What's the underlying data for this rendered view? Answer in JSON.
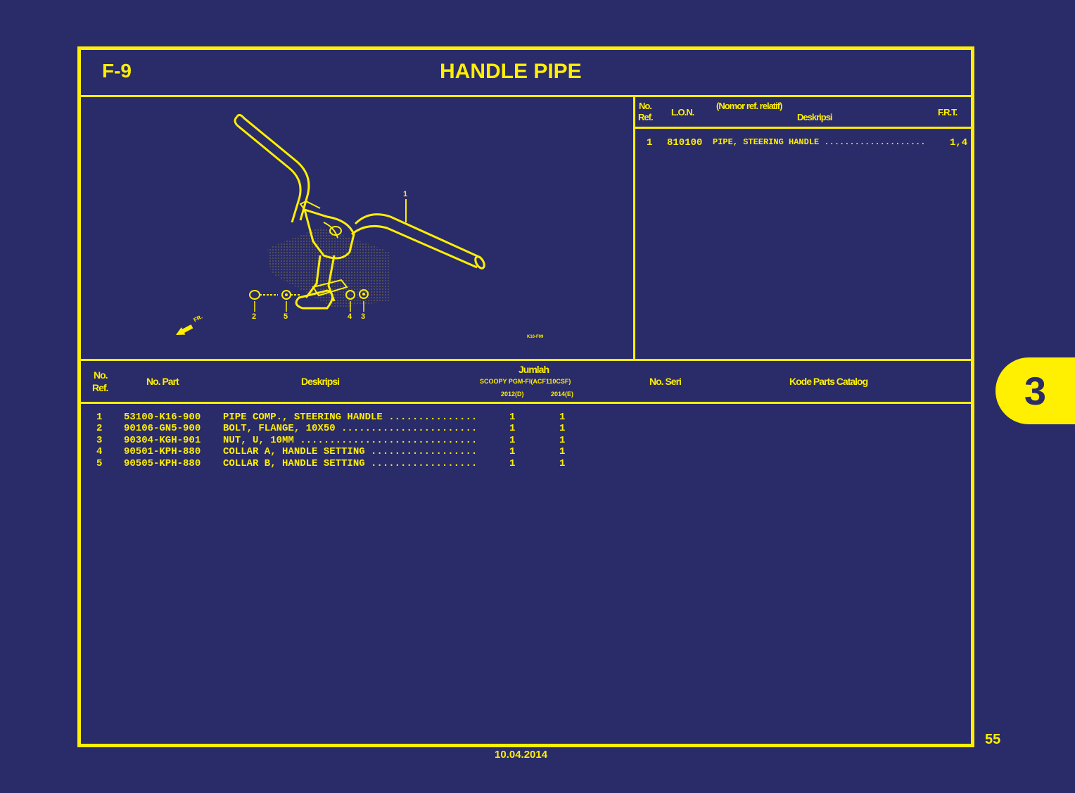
{
  "header": {
    "code": "F-9",
    "title": "HANDLE PIPE"
  },
  "frt_table": {
    "col_no_ref": [
      "No.",
      "Ref."
    ],
    "col_lon": "L.O.N.",
    "col_nomor": "(Nomor ref. relatif)",
    "col_deskripsi": "Deskripsi",
    "col_frt": "F.R.T.",
    "rows": [
      {
        "ref": "1",
        "lon": "810100",
        "desc": "PIPE, STEERING HANDLE ....................",
        "frt": "1,4"
      }
    ]
  },
  "diagram": {
    "callouts": [
      "1",
      "2",
      "5",
      "4",
      "3"
    ],
    "arrow_label": "FR.",
    "figure_code": "K16-F09"
  },
  "parts_table": {
    "col_no_ref": [
      "No.",
      "Ref."
    ],
    "col_no_part": "No. Part",
    "col_deskripsi": "Deskripsi",
    "col_jumlah": "Jumlah",
    "col_model": "SCOOPY PGM-FI(ACF110CSF)",
    "col_year_d": "2012(D)",
    "col_year_e": "2014(E)",
    "col_no_seri": "No. Seri",
    "col_kode": "Kode Parts Catalog",
    "rows": [
      {
        "ref": "1",
        "part": "53100-K16-900",
        "desc": "PIPE COMP., STEERING HANDLE ...............",
        "qty_d": "1",
        "qty_e": "1"
      },
      {
        "ref": "2",
        "part": "90106-GN5-900",
        "desc": "BOLT, FLANGE, 10X50 .......................",
        "qty_d": "1",
        "qty_e": "1"
      },
      {
        "ref": "3",
        "part": "90304-KGH-901",
        "desc": "NUT, U, 10MM ..............................",
        "qty_d": "1",
        "qty_e": "1"
      },
      {
        "ref": "4",
        "part": "90501-KPH-880",
        "desc": "COLLAR A, HANDLE SETTING ..................",
        "qty_d": "1",
        "qty_e": "1"
      },
      {
        "ref": "5",
        "part": "90505-KPH-880",
        "desc": "COLLAR B, HANDLE SETTING ..................",
        "qty_d": "1",
        "qty_e": "1"
      }
    ]
  },
  "section_tab": "3",
  "page_number": "55",
  "date": "10.04.2014",
  "colors": {
    "background": "#2a2b69",
    "foreground": "#ffef00"
  }
}
